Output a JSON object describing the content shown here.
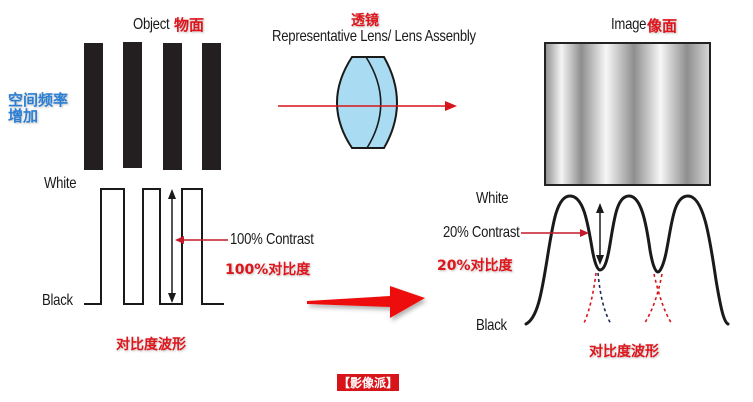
{
  "object": {
    "label_en": "Object",
    "label_cn": "物面",
    "side_note": [
      "空间频率",
      "增加"
    ],
    "bars": 4
  },
  "lens": {
    "label_cn": "透镜",
    "label_en": "Representative Lens/ Lens Assenbly"
  },
  "image": {
    "label_en": "Image",
    "label_cn": "像面"
  },
  "left_wave": {
    "white": "White",
    "black": "Black",
    "contrast_en": "100% Contrast",
    "contrast_cn": "100%对比度",
    "caption_cn": "对比度波形"
  },
  "right_wave": {
    "white": "White",
    "black": "Black",
    "contrast_en": "20% Contrast",
    "contrast_cn": "20%对比度",
    "caption_cn": "对比度波形"
  },
  "watermark": "【影像派】",
  "colors": {
    "red": "#e0141b",
    "blue": "#2a7fd4",
    "lens_fill": "#a9dcf2",
    "bar": "#231f20"
  }
}
